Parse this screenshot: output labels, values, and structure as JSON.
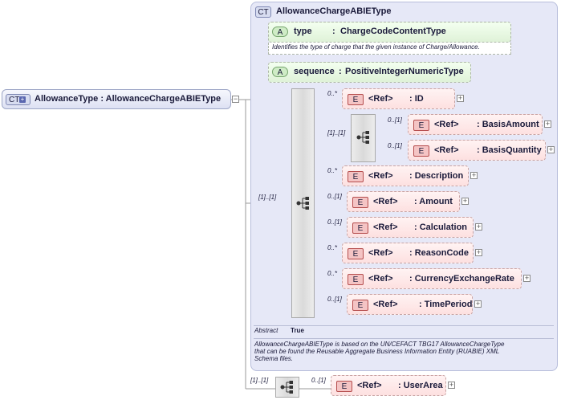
{
  "root": {
    "badge": "CT",
    "label": "AllowanceType : AllowanceChargeABIEType"
  },
  "complex_type": {
    "badge": "CT",
    "title": "AllowanceChargeABIEType",
    "attributes": [
      {
        "badge": "A",
        "name": "type",
        "sep": ":",
        "type": "ChargeCodeContentType",
        "doc": "Identifies the type of charge that the given instance of Charge/Allowance."
      },
      {
        "badge": "A",
        "name": "sequence",
        "sep": ":",
        "type": "PositiveIntegerNumericType"
      }
    ],
    "sequence_cardinality": "[1]..[1]",
    "choice_cardinality": "[1]..[1]",
    "elements": [
      {
        "badge": "E",
        "ref": "<Ref>",
        "name": ": ID",
        "card": "0..*"
      },
      {
        "badge": "E",
        "ref": "<Ref>",
        "name": ": BasisAmount",
        "card": "0..[1]"
      },
      {
        "badge": "E",
        "ref": "<Ref>",
        "name": ": BasisQuantity",
        "card": "0..[1]"
      },
      {
        "badge": "E",
        "ref": "<Ref>",
        "name": ": Description",
        "card": "0..*"
      },
      {
        "badge": "E",
        "ref": "<Ref>",
        "name": ": Amount",
        "card": "0..[1]"
      },
      {
        "badge": "E",
        "ref": "<Ref>",
        "name": ": Calculation",
        "card": "0..[1]"
      },
      {
        "badge": "E",
        "ref": "<Ref>",
        "name": ": ReasonCode",
        "card": "0..*"
      },
      {
        "badge": "E",
        "ref": "<Ref>",
        "name": ": CurrencyExchangeRate",
        "card": "0..*"
      },
      {
        "badge": "E",
        "ref": "<Ref>",
        "name": ": TimePeriod",
        "card": "0..[1]"
      }
    ],
    "abstract_label": "Abstract",
    "abstract_value": "True",
    "description": [
      "AllowanceChargeABIEType is based on the UN/CEFACT TBG17 AllowanceChargeType",
      "that can be found the Reusable Aggregate Business Information Entity (RUABIE) XML",
      "Schema files."
    ]
  },
  "extension": {
    "sequence_cardinality": "[1]..[1]",
    "element": {
      "badge": "E",
      "ref": "<Ref>",
      "name": ": UserArea",
      "card": "0..[1]"
    }
  },
  "colors": {
    "complex_type_bg": "#e6e8f7",
    "attribute_bg": "#e8f8e2",
    "element_bg": "#fde8e8",
    "element_badge": "#f4c4c4",
    "line": "#9a9a9a"
  },
  "icons": [
    "sequence-icon",
    "expand-icon"
  ]
}
